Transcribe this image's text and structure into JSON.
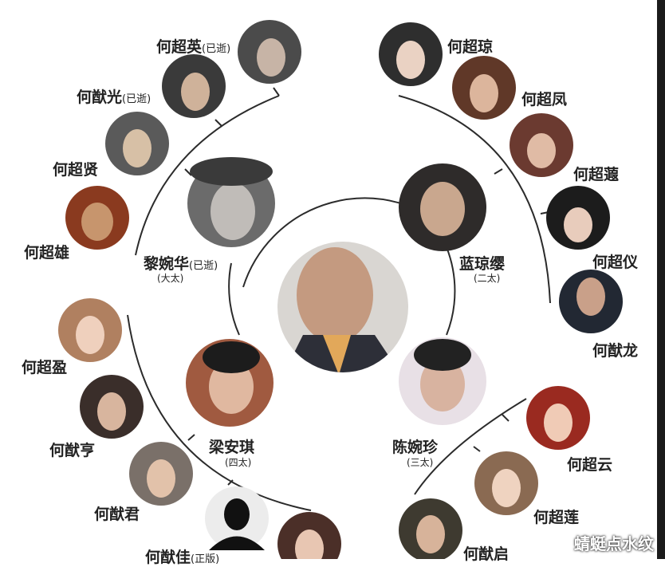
{
  "center": {
    "name": ""
  },
  "wives": [
    {
      "id": "wife1",
      "name": "黎婉华",
      "note": "(已逝)",
      "title": "(大太)"
    },
    {
      "id": "wife2",
      "name": "蓝琼缨",
      "note": "",
      "title": "(二太)"
    },
    {
      "id": "wife3",
      "name": "陈婉珍",
      "note": "",
      "title": "(三太)"
    },
    {
      "id": "wife4",
      "name": "梁安琪",
      "note": "",
      "title": "(四太)"
    }
  ],
  "children_wife1": [
    {
      "name": "何超英",
      "note": "(已逝)"
    },
    {
      "name": "何猷光",
      "note": "(已逝)"
    },
    {
      "name": "何超贤",
      "note": ""
    },
    {
      "name": "何超雄",
      "note": ""
    }
  ],
  "children_wife2": [
    {
      "name": "何超琼",
      "note": ""
    },
    {
      "name": "何超凤",
      "note": ""
    },
    {
      "name": "何超蕸",
      "note": ""
    },
    {
      "name": "何超仪",
      "note": ""
    },
    {
      "name": "何猷龙",
      "note": ""
    }
  ],
  "children_wife3": [
    {
      "name": "何超云",
      "note": ""
    },
    {
      "name": "何超莲",
      "note": ""
    },
    {
      "name": "何猷启",
      "note": ""
    }
  ],
  "children_wife4": [
    {
      "name": "何超盈",
      "note": ""
    },
    {
      "name": "何猷亨",
      "note": ""
    },
    {
      "name": "何猷君",
      "note": ""
    },
    {
      "name": "何猷佳",
      "note": "(正版)"
    }
  ],
  "watermark": "蜻蜓点水纹",
  "colors": {
    "line": "#2b2b2b",
    "text": "#222222",
    "ring": "#2a2a2a"
  }
}
